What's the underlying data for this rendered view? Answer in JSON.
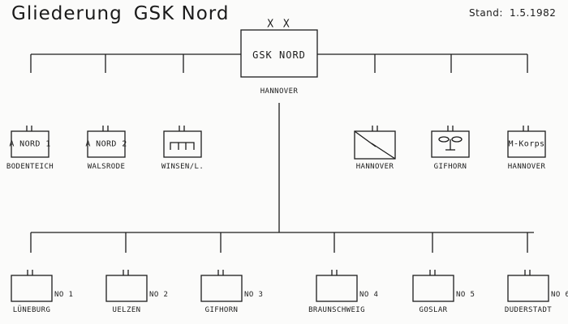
{
  "title": {
    "part1": "Gliederung",
    "part2": "GSK Nord"
  },
  "stand": {
    "label": "Stand:",
    "value": "1.5.1982"
  },
  "hq": {
    "name": "GSK NORD",
    "location": "HANNOVER",
    "rank_marks": "X X"
  },
  "upper_units": [
    {
      "box_text": "A NORD 1",
      "location": "BODENTEICH"
    },
    {
      "box_text": "A NORD 2",
      "location": "WALSRODE"
    },
    {
      "box_text": "",
      "location": "WINSEN/L.",
      "symbol": "engineer-symbol"
    },
    {
      "box_text": "",
      "location": "HANNOVER",
      "symbol": "signal-symbol"
    },
    {
      "box_text": "",
      "location": "GIFHORN",
      "symbol": "helicopter-symbol"
    },
    {
      "box_text": "M-Korps",
      "location": "HANNOVER"
    }
  ],
  "lower_units": [
    {
      "code": "NO 1",
      "location": "LÜNEBURG"
    },
    {
      "code": "NO 2",
      "location": "UELZEN"
    },
    {
      "code": "NO 3",
      "location": "GIFHORN"
    },
    {
      "code": "NO 4",
      "location": "BRAUNSCHWEIG"
    },
    {
      "code": "NO 5",
      "location": "GOSLAR"
    },
    {
      "code": "NO 6",
      "location": "DUDERSTADT"
    }
  ]
}
